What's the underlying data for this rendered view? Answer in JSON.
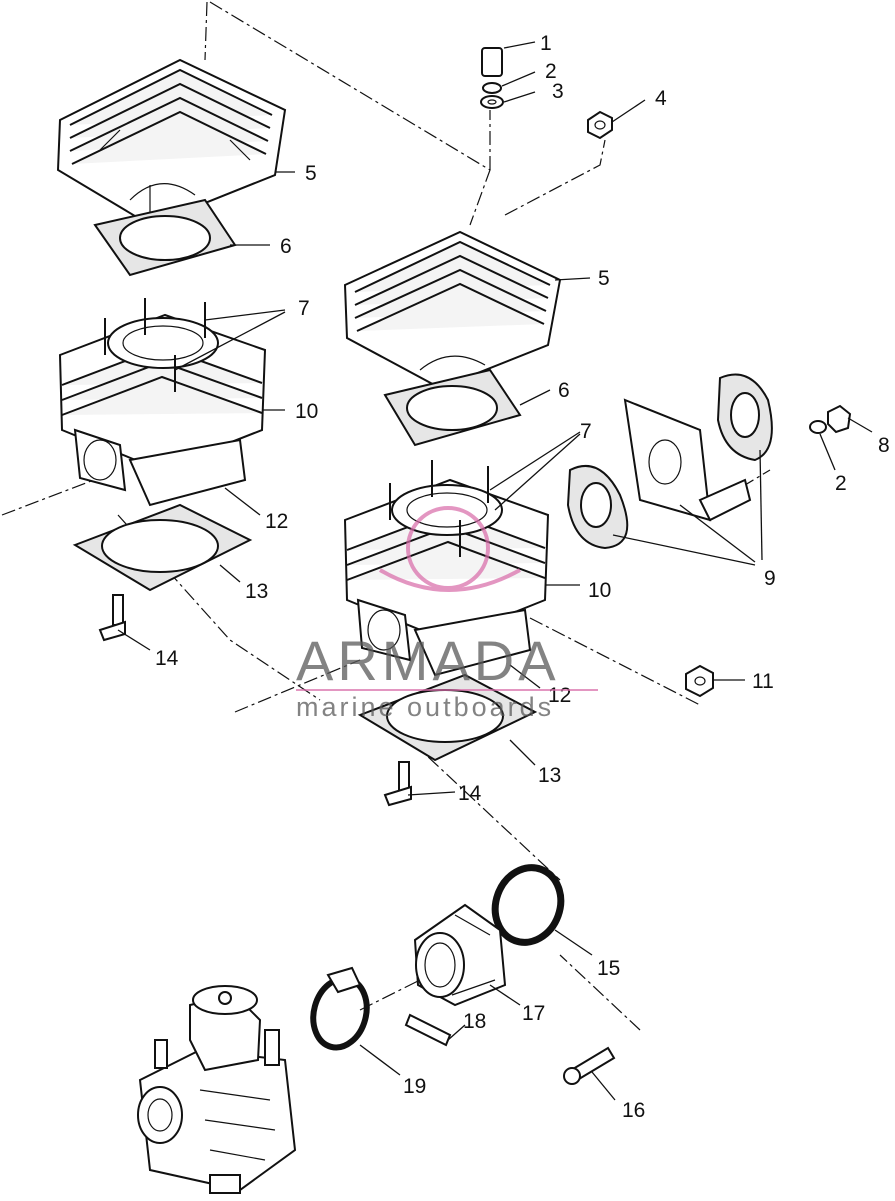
{
  "callouts": {
    "c1": "1",
    "c2a": "2",
    "c3": "3",
    "c4": "4",
    "c5a": "5",
    "c5b": "5",
    "c6a": "6",
    "c6b": "6",
    "c7a": "7",
    "c7b": "7",
    "c8": "8",
    "c2b": "2",
    "c9": "9",
    "c10a": "10",
    "c10b": "10",
    "c11": "11",
    "c12a": "12",
    "c12b": "12",
    "c13a": "13",
    "c13b": "13",
    "c14a": "14",
    "c14b": "14",
    "c15": "15",
    "c16": "16",
    "c17": "17",
    "c18": "18",
    "c19": "19"
  },
  "watermark": {
    "brand": "ARMADA",
    "tagline": "marine outboards",
    "accent_color": "#d86aa8",
    "text_color": "#5a5a5a"
  }
}
